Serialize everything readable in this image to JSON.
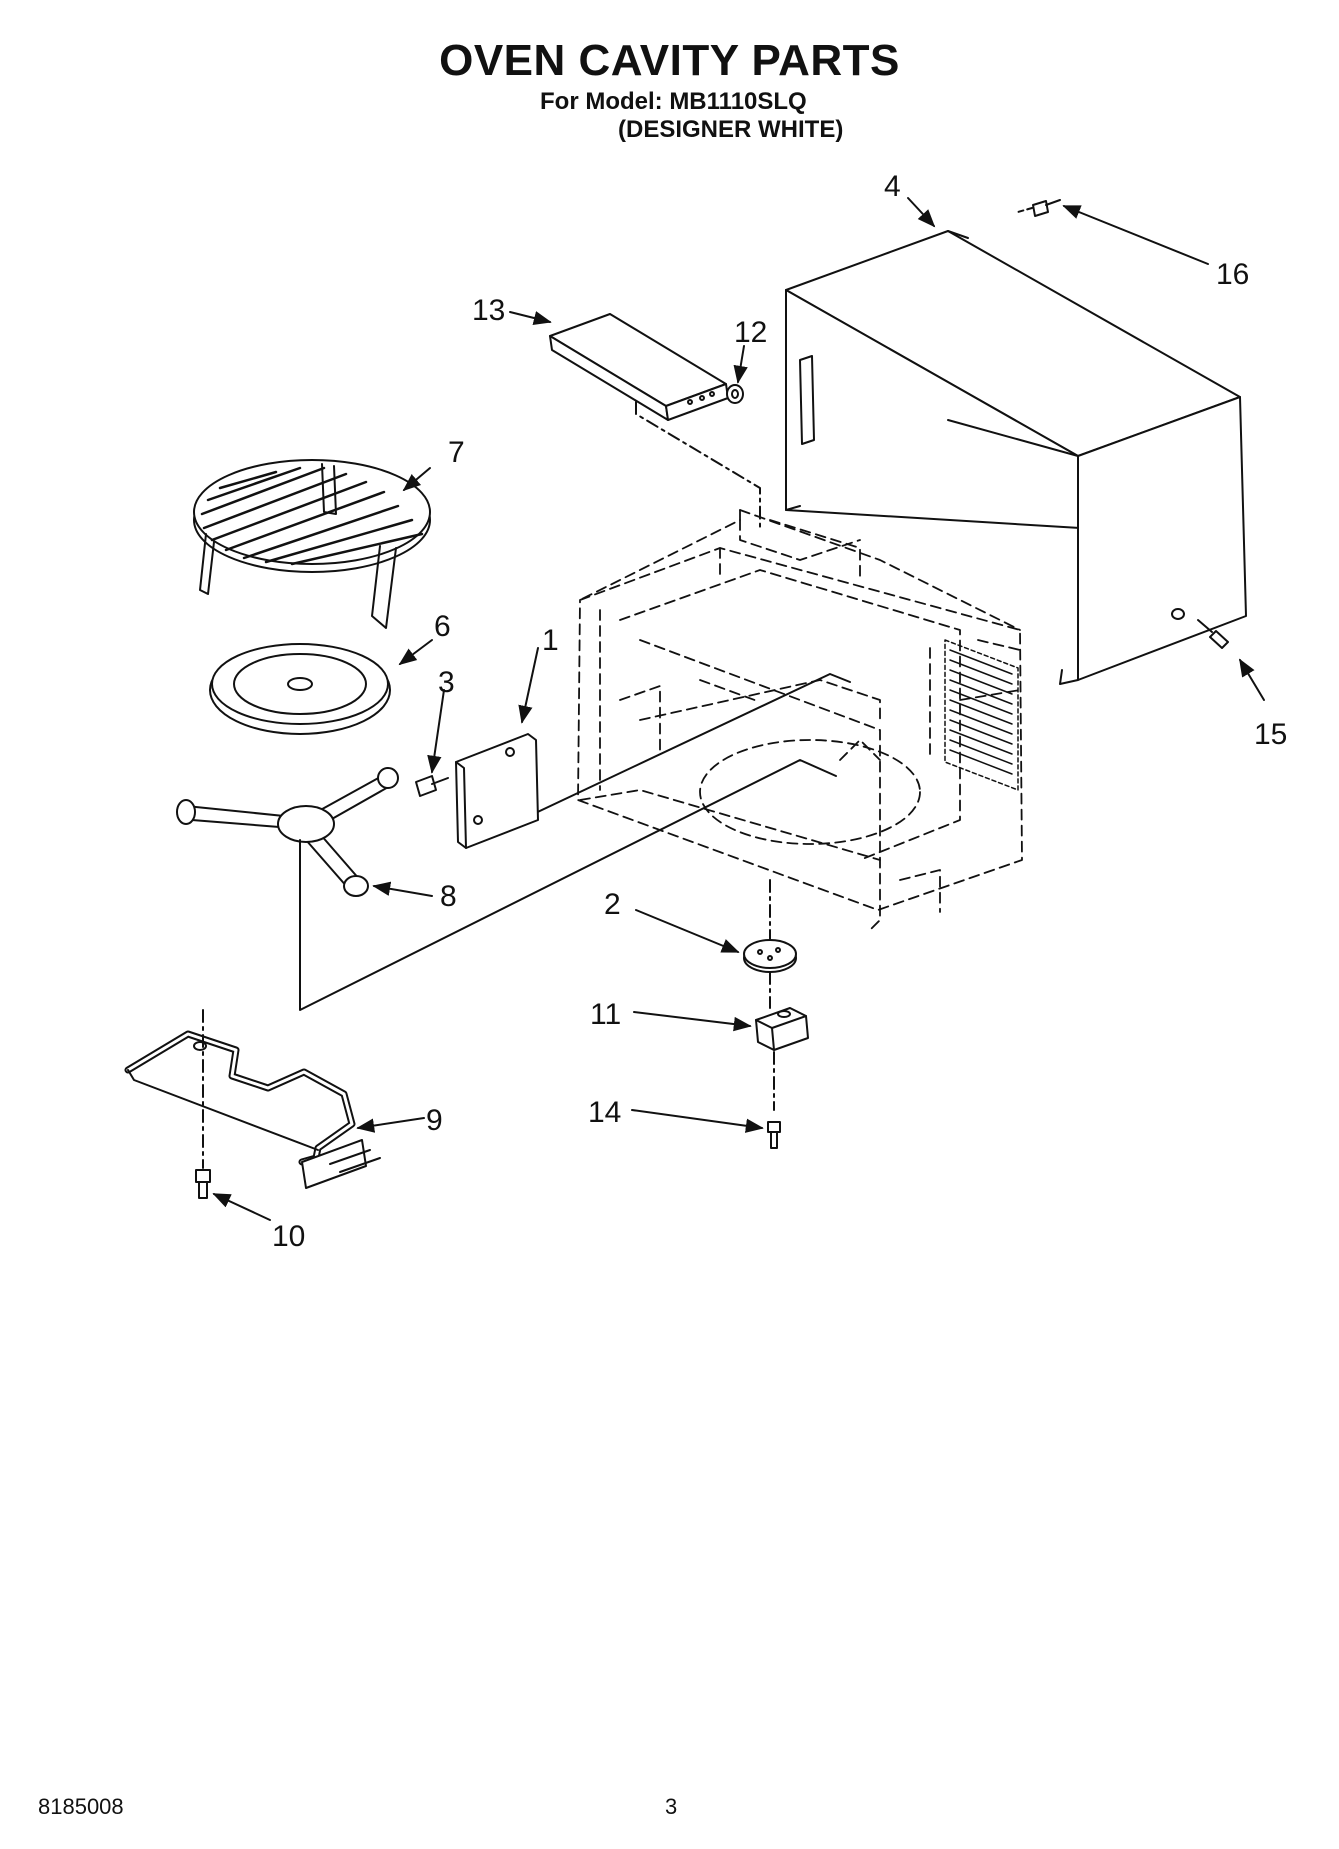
{
  "header": {
    "title": "OVEN CAVITY PARTS",
    "model_line": "For Model: MB1110SLQ",
    "variant_line": "(DESIGNER WHITE)"
  },
  "callouts": {
    "c1": "1",
    "c2": "2",
    "c3": "3",
    "c4": "4",
    "c5": "6",
    "c6": "7",
    "c7": "8",
    "c8": "9",
    "c9": "10",
    "c10": "11",
    "c11": "12",
    "c12": "13",
    "c13": "14",
    "c14": "15",
    "c15": "16"
  },
  "footer": {
    "doc_number": "8185008",
    "page_number": "3"
  }
}
